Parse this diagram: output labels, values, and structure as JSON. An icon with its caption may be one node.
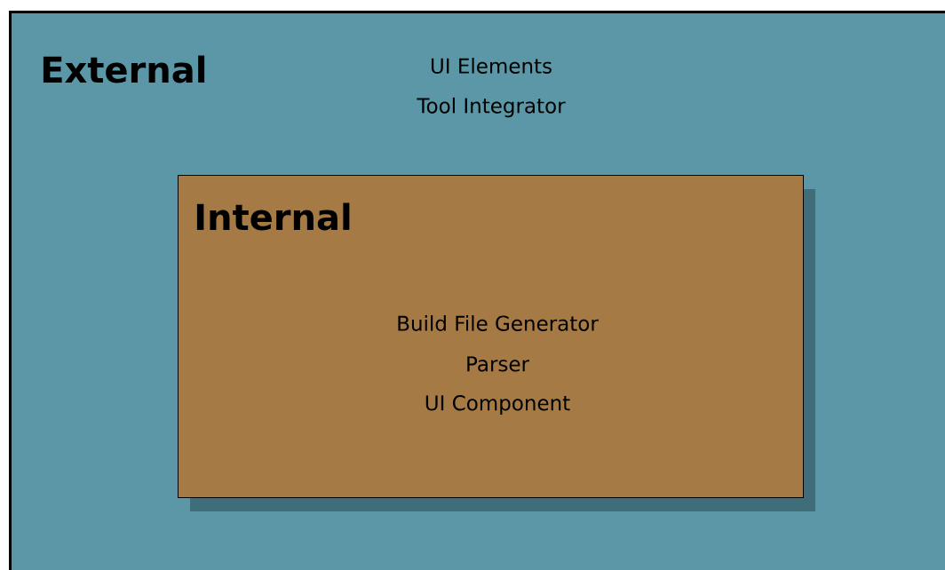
{
  "diagram": {
    "nodes": [
      {
        "text": [
          "External",
          "UI Elements",
          "Tool Integrator"
        ]
      },
      {
        "text": [
          "Internal",
          "Build File Generator",
          "Parser",
          "UI Component"
        ],
        "in": 0
      }
    ],
    "edges": []
  }
}
